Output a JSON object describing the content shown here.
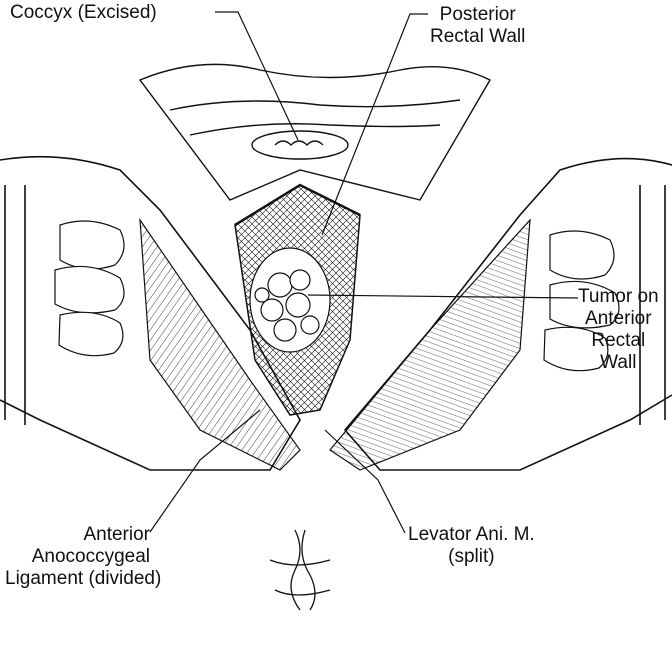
{
  "labels": {
    "coccyx": [
      "Coccyx (Excised)"
    ],
    "posterior_rectal_wall": [
      "Posterior",
      "Rectal Wall"
    ],
    "tumor": [
      "Tumor on",
      "Anterior",
      "Rectal",
      "Wall"
    ],
    "levator": [
      "Levator Ani. M.",
      "(split)"
    ],
    "anococcygeal": [
      "Anterior",
      "Anococcygeal",
      "Ligament (divided)"
    ]
  },
  "colors": {
    "ink": "#111111",
    "background": "#ffffff"
  }
}
